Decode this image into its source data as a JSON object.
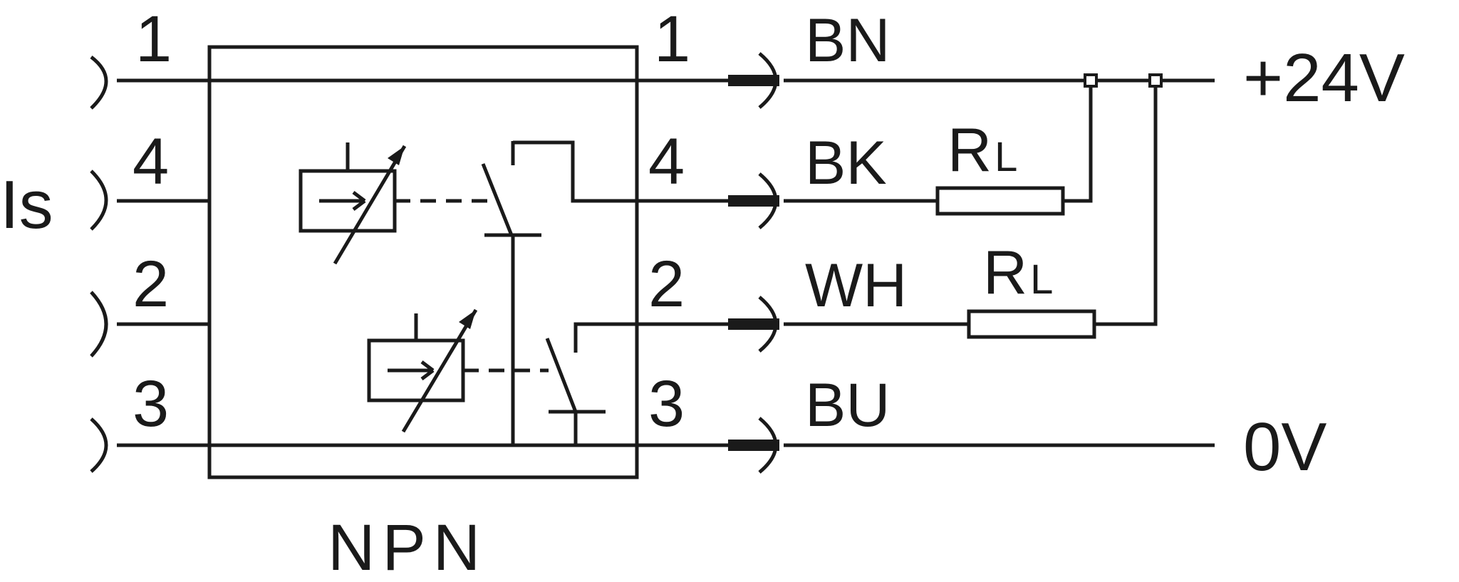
{
  "left_pins": [
    "1",
    "4",
    "2",
    "3"
  ],
  "right_pins": [
    "1",
    "4",
    "2",
    "3"
  ],
  "wire_colors": [
    "BN",
    "BK",
    "WH",
    "BU"
  ],
  "input_label": "Is",
  "output_type": "NPN",
  "load_resistor": {
    "main": "R",
    "sub": "L"
  },
  "supply_positive": "+24V",
  "supply_ground": "0V",
  "colors": {
    "line": "#1a1a1a",
    "background": "#ffffff"
  }
}
